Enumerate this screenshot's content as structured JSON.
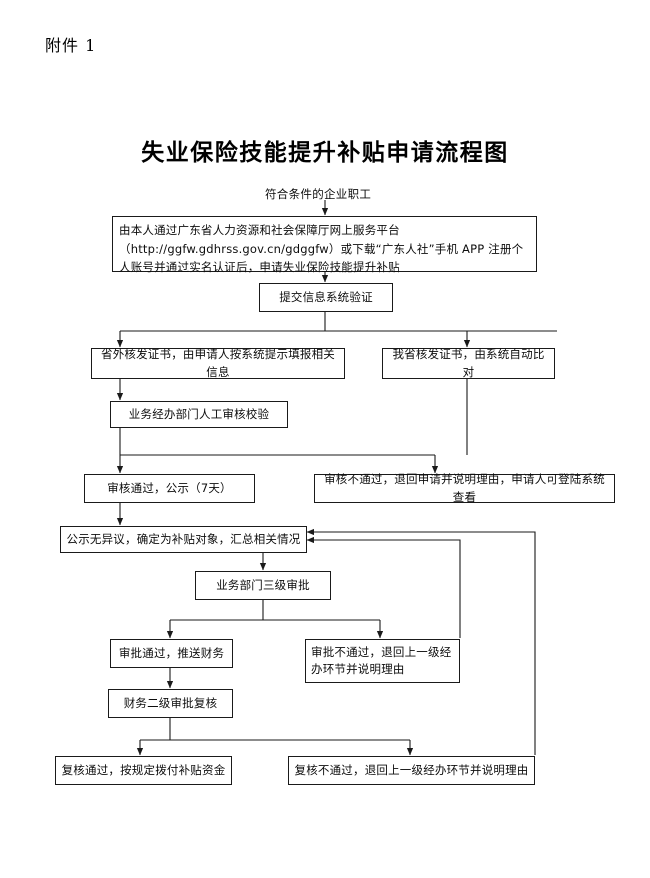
{
  "document": {
    "attachment_label": "附件 1",
    "title": "失业保险技能提升补贴申请流程图"
  },
  "flow": {
    "entry_label": "符合条件的企业职工",
    "nodes": {
      "portal": "由本人通过广东省人力资源和社会保障厅网上服务平台（http://ggfw.gdhrss.gov.cn/gdggfw）或下载“广东人社”手机 APP 注册个人账号并通过实名认证后，申请失业保险技能提升补贴",
      "submit_verify": "提交信息系统验证",
      "out_province": "省外核发证书，由申请人按系统提示填报相关信息",
      "in_province": "我省核发证书，由系统自动比对",
      "manual_review": "业务经办部门人工审核校验",
      "review_pass": "审核通过，公示（7天）",
      "review_fail": "审核不通过，退回申请并说明理由，申请人可登陆系统查看",
      "publicity_ok": "公示无异议，确定为补贴对象，汇总相关情况",
      "three_level_approval": "业务部门三级审批",
      "approval_pass": "审批通过，推送财务",
      "approval_fail": "审批不通过，退回上一级经办环节并说明理由",
      "finance_review": "财务二级审批复核",
      "finance_pass": "复核通过，按规定拨付补贴资金",
      "finance_fail": "复核不通过，退回上一级经办环节并说明理由"
    }
  },
  "style": {
    "line_color": "#1a1a1a",
    "background": "#ffffff",
    "text_color": "#0d0d0d"
  }
}
